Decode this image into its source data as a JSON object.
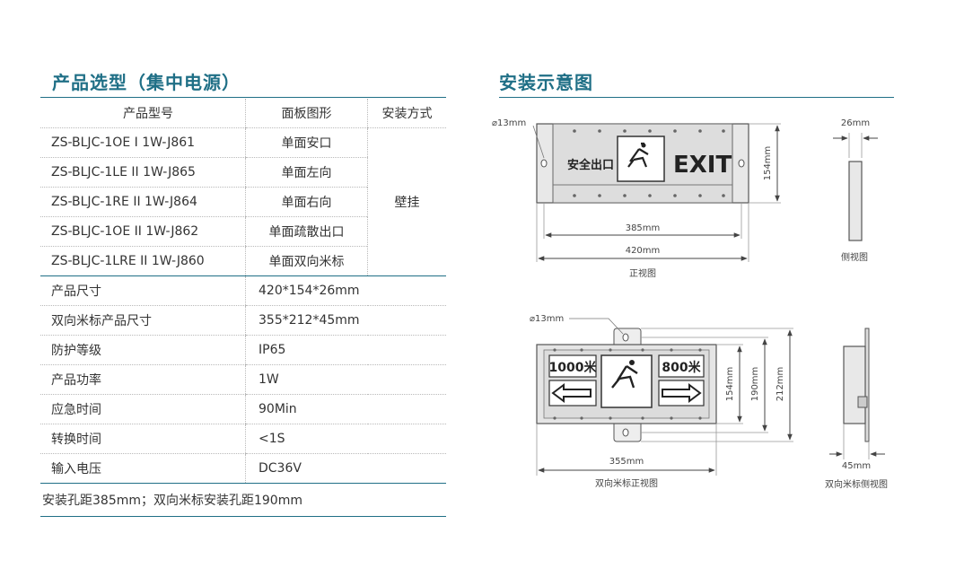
{
  "left": {
    "title": "产品选型（集中电源）",
    "columns": [
      "产品型号",
      "面板图形",
      "安装方式"
    ],
    "rows": [
      {
        "model": "ZS-BLJC-1OE I 1W-J861",
        "panel": "单面安口"
      },
      {
        "model": "ZS-BLJC-1LE II 1W-J865",
        "panel": "单面左向"
      },
      {
        "model": "ZS-BLJC-1RE II 1W-J864",
        "panel": "单面右向"
      },
      {
        "model": "ZS-BLJC-1OE II 1W-J862",
        "panel": "单面疏散出口"
      },
      {
        "model": "ZS-BLJC-1LRE II 1W-J860",
        "panel": "单面双向米标"
      }
    ],
    "install": "壁挂",
    "specs": [
      {
        "label": "产品尺寸",
        "value": "420*154*26mm"
      },
      {
        "label": "双向米标产品尺寸",
        "value": "355*212*45mm"
      },
      {
        "label": "防护等级",
        "value": "IP65"
      },
      {
        "label": "产品功率",
        "value": "1W"
      },
      {
        "label": "应急时间",
        "value": "90Min"
      },
      {
        "label": "转换时间",
        "value": "<1S"
      },
      {
        "label": "输入电压",
        "value": "DC36V"
      }
    ],
    "note": "安装孔距385mm；双向米标安装孔距190mm"
  },
  "right": {
    "title": "安装示意图",
    "front": {
      "hole": "⌀13mm",
      "sign_cn": "安全出口",
      "sign_en": "EXIT",
      "w_inner": "385mm",
      "w_outer": "420mm",
      "h": "154mm",
      "caption": "正视图"
    },
    "side": {
      "w": "26mm",
      "caption": "侧视图"
    },
    "bi_front": {
      "hole": "⌀13mm",
      "left_label": "1000米",
      "right_label": "800米",
      "h1": "154mm",
      "h2": "190mm",
      "h3": "212mm",
      "w": "355mm",
      "caption": "双向米标正视图"
    },
    "bi_side": {
      "w": "45mm",
      "caption": "双向米标侧视图"
    }
  }
}
